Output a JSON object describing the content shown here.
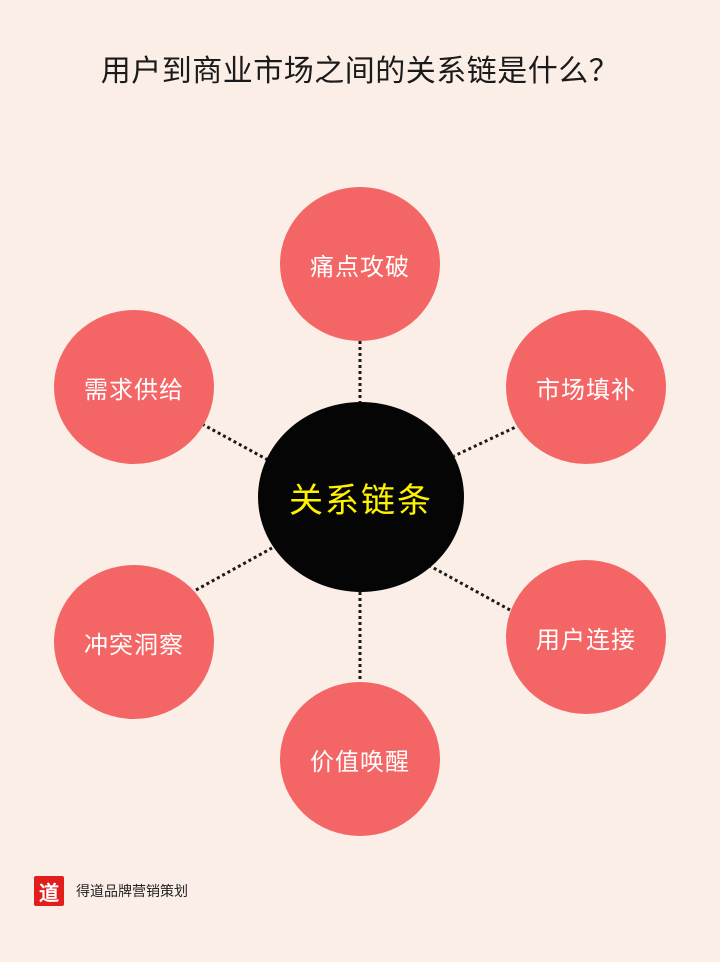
{
  "title": "用户到商业市场之间的关系链是什么？",
  "center_node": "关系链条",
  "outer_nodes": [
    "痛点攻破",
    "市场填补",
    "用户连接",
    "价值唤醒",
    "冲突洞察",
    "需求供给"
  ],
  "colors": {
    "background": "#fbeee7",
    "outer_node": "#f46665",
    "center_node": "#050505",
    "center_text": "#fff200",
    "logo": "#e21d1d"
  },
  "brand": {
    "logo_char": "道",
    "name": "得道品牌营销策划"
  }
}
